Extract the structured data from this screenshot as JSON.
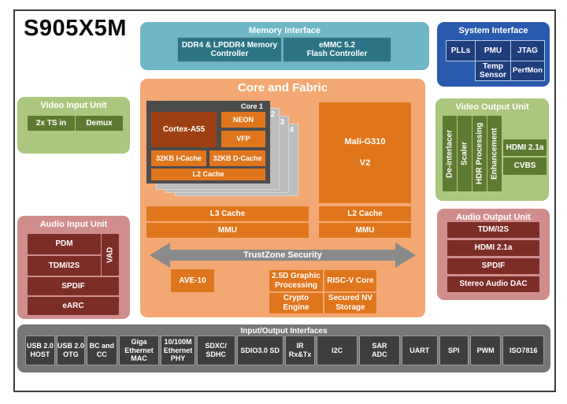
{
  "chip": {
    "title": "S905X5M"
  },
  "memory_interface": {
    "title": "Memory Interface",
    "ddr": "DDR4 & LPDDR4 Memory\nController",
    "emmc": "eMMC 5.2\nFlash Controller"
  },
  "system_interface": {
    "title": "System Interface",
    "plls": "PLLs",
    "pmu": "PMU",
    "jtag": "JTAG",
    "temp_sensor": "Temp\nSensor",
    "perfmon": "PerfMon"
  },
  "video_input": {
    "title": "Video Input Unit",
    "ts": "2x TS in",
    "demux": "Demux"
  },
  "core_fabric": {
    "title": "Core and Fabric",
    "core1": {
      "label": "Core 1",
      "cpu": "Cortex-A55",
      "neon": "NEON",
      "vfp": "VFP",
      "icache": "32KB I-Cache",
      "dcache": "32KB D-Cache",
      "l2": "L2 Cache"
    },
    "stack": [
      "2",
      "3",
      "4"
    ],
    "l3": "L3 Cache",
    "mmu": "MMU",
    "gpu": {
      "name": "Mali-G310",
      "version": "V2",
      "l2": "L2 Cache",
      "mmu": "MMU"
    },
    "trustzone": "TrustZone Security",
    "ave": "AVE-10",
    "blocks": [
      "2.5D Graphic\nProcessing",
      "RISC-V Core",
      "Crypto\nEngine",
      "Secured NV\nStorage"
    ]
  },
  "video_output": {
    "title": "Video Output Unit",
    "pipeline": [
      "De-interlacer",
      "Scaler",
      "HDR Processing",
      "Enhancement"
    ],
    "hdmi": "HDMI 2.1a",
    "cvbs": "CVBS"
  },
  "audio_input": {
    "title": "Audio Input Unit",
    "pdm": "PDM",
    "tdm": "TDM/I2S",
    "vad": "VAD",
    "spdif": "SPDIF",
    "earc": "eARC"
  },
  "audio_output": {
    "title": "Audio Output Unit",
    "items": [
      "TDM/I2S",
      "HDMI 2.1a",
      "SPDIF",
      "Stereo Audio DAC"
    ]
  },
  "io_interfaces": {
    "title": "Input/Output Interfaces",
    "items": [
      "USB 2.0\nHOST",
      "USB 2.0\nOTG",
      "BC and\nCC",
      "Giga\nEthernet\nMAC",
      "10/100M\nEthernet\nPHY",
      "SDXC/\nSDHC",
      "SDIO3.0 SD",
      "IR\nRx&Tx",
      "I2C",
      "SAR\nADC",
      "UART",
      "SPI",
      "PWM",
      "ISO7816"
    ]
  },
  "colors": {
    "memory-container": "#6fb6c7",
    "memory-box": "#2d7386",
    "system-container": "#2a5aad",
    "system-cell": "#1e3e7c",
    "fabric-container": "#f3a873",
    "fabric-box": "#e0761c",
    "cortex-box": "#9c4014",
    "core-frame": "#4c4c4c",
    "core-stack": "#bcbcbc",
    "green-container": "#abc67f",
    "green-box": "#5d7a33",
    "pink-container": "#cf8e8c",
    "red-box": "#7c2d26",
    "io-container": "#777777",
    "io-cell": "#3e3e3e",
    "arrow": "#8a8a8a"
  }
}
